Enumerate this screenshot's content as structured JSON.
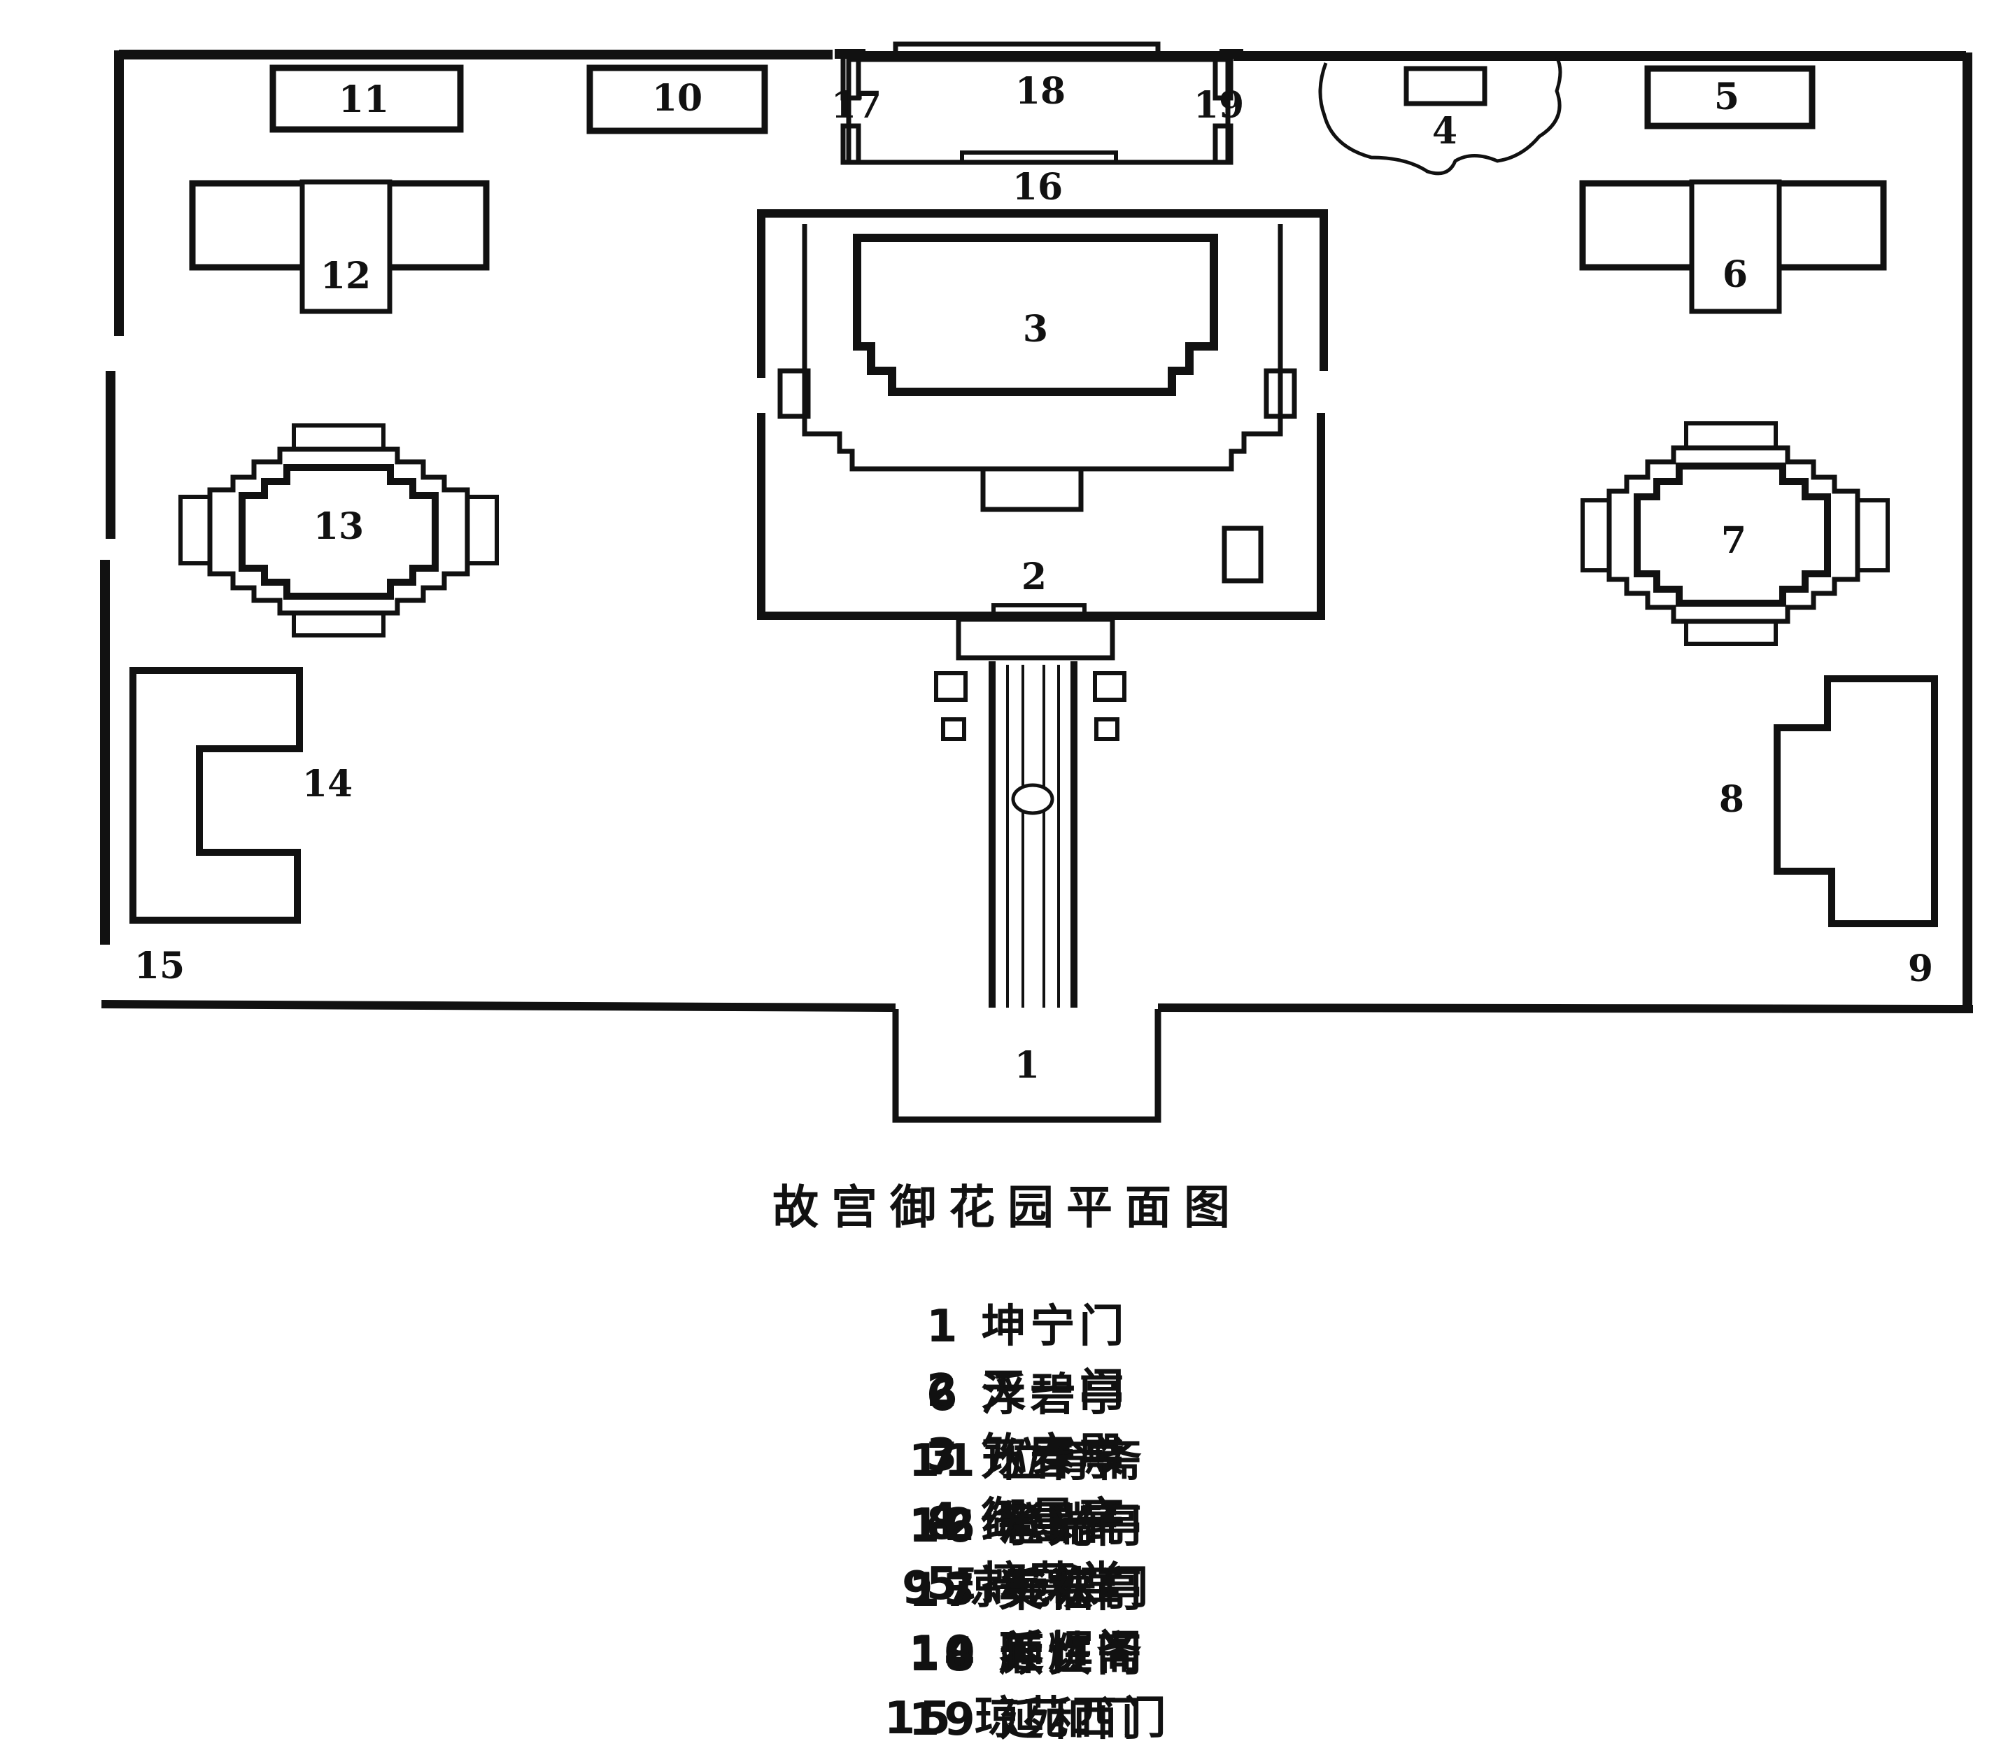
{
  "diagram": {
    "title": "故宫御花园平面图",
    "labels": {
      "1": "1",
      "2": "2",
      "3": "3",
      "4": "4",
      "5": "5",
      "6": "6",
      "7": "7",
      "8": "8",
      "9": "9",
      "10": "10",
      "11": "11",
      "12": "12",
      "13": "13",
      "14": "14",
      "15": "15",
      "16": "16",
      "17": "17",
      "18": "18",
      "19": "19"
    },
    "legend": [
      [
        {
          "num": "1",
          "name": "坤宁门"
        },
        {
          "num": "2",
          "name": "天一门"
        },
        {
          "num": "3",
          "name": "钦安殿"
        },
        {
          "num": "4",
          "name": "御景亭"
        },
        {
          "num": "5",
          "name": "摛藻堂"
        }
      ],
      [
        {
          "num": "6",
          "name": "浮碧亭"
        },
        {
          "num": "7",
          "name": "万春亭"
        },
        {
          "num": "8",
          "name": "绛雪轩"
        },
        {
          "num": "9",
          "name": "琼苑东门"
        },
        {
          "num": "10",
          "name": "延辉阁"
        }
      ],
      [
        {
          "num": "11",
          "name": "位育斋"
        },
        {
          "num": "12",
          "name": "澄瑞亭"
        },
        {
          "num": "13",
          "name": "千秋亭"
        },
        {
          "num": "14",
          "name": "养性斋"
        },
        {
          "num": "15",
          "name": "琼苑西门"
        }
      ],
      [
        {
          "num": "16",
          "name": "承光门"
        },
        {
          "num": "17",
          "name": "集福门"
        },
        {
          "num": "18",
          "name": "顺贞门"
        },
        {
          "num": "19",
          "name": "延和门"
        }
      ]
    ]
  }
}
